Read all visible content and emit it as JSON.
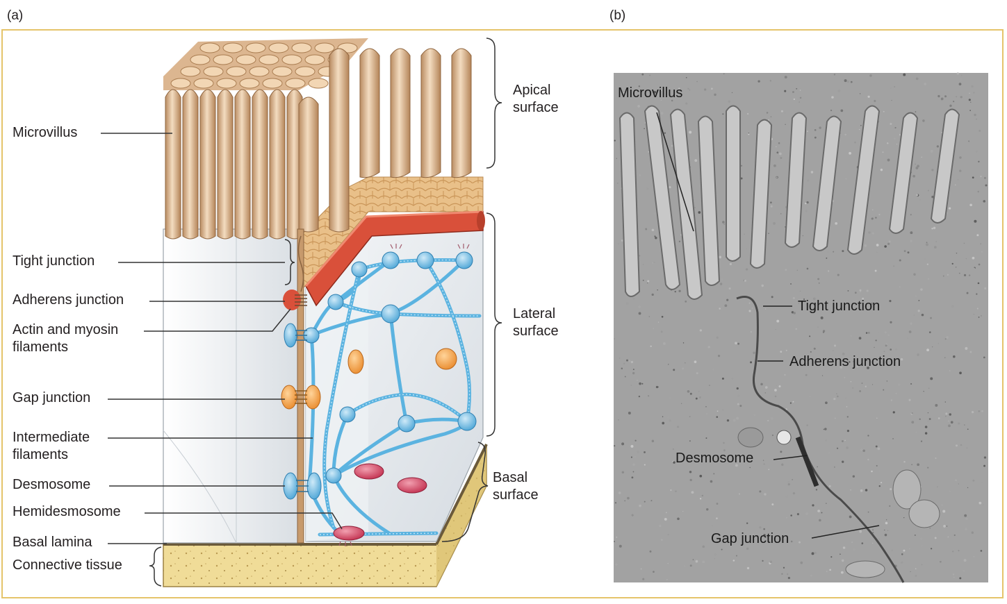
{
  "panel_a": {
    "letter": "(a)",
    "labels": {
      "microvillus": "Microvillus",
      "tight_junction": "Tight junction",
      "adherens_junction": "Adherens junction",
      "actin_myosin_1": "Actin and myosin",
      "actin_myosin_2": "filaments",
      "gap_junction": "Gap junction",
      "intermediate_1": "Intermediate",
      "intermediate_2": "filaments",
      "desmosome": "Desmosome",
      "hemidesmosome": "Hemidesmosome",
      "basal_lamina": "Basal lamina",
      "connective_tissue": "Connective tissue",
      "apical_1": "Apical",
      "apical_2": "surface",
      "lateral_1": "Lateral",
      "lateral_2": "surface",
      "basal_1": "Basal",
      "basal_2": "surface"
    }
  },
  "panel_b": {
    "letter": "(b)",
    "labels": {
      "microvillus": "Microvillus",
      "tight_junction": "Tight junction",
      "adherens_junction": "Adherens junction",
      "desmosome": "Desmosome",
      "gap_junction": "Gap junction"
    }
  },
  "colors": {
    "frame": "#e5c46a",
    "microvilli": "#d8b48e",
    "cytoplasm": "#e8ecef",
    "filaments": "#5bb3e0",
    "contractile_ring": "#d9503a",
    "gap_junction": "#f0a050",
    "hemidesmosome": "#d0506a",
    "connective_tissue": "#f0dc98",
    "micrograph": "#a9a9a9"
  }
}
